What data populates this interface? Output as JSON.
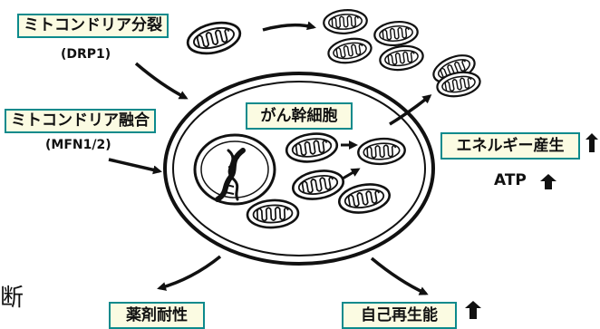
{
  "labels": {
    "fission": "ミトコンドリア分裂",
    "fission_protein": "(DRP1)",
    "fusion": "ミトコンドリア融合",
    "fusion_protein": "(MFN1/2)",
    "cell": "がん幹細胞",
    "energy": "エネルギー産生",
    "atp": "ATP",
    "drug_resistance": "薬剤耐性",
    "self_renewal": "自己再生能",
    "edge_text": "断"
  },
  "colors": {
    "box_border": "#0c8a8c",
    "box_fill": "#fbfbe2",
    "line": "#111111"
  },
  "icons": {
    "increase": "up-arrow-icon",
    "mitochondrion": "mitochondrion-icon",
    "dna": "dna-helix-icon"
  }
}
